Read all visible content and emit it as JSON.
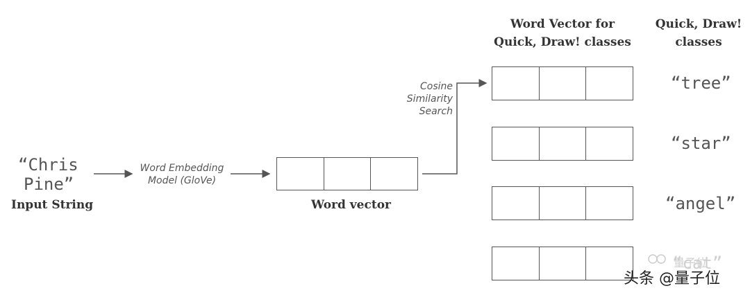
{
  "input": {
    "string_line1": "“Chris",
    "string_line2": "Pine”",
    "label": "Input String"
  },
  "embedding": {
    "line1": "Word Embedding",
    "line2": "Model (GloVe)"
  },
  "word_vector": {
    "label": "Word vector"
  },
  "search": {
    "line1": "Cosine",
    "line2": "Similarity",
    "line3": "Search"
  },
  "class_vectors": {
    "header_line1": "Word Vector for",
    "header_line2": "Quick, Draw! classes"
  },
  "classes": {
    "header_line1": "Quick, Draw!",
    "header_line2": "classes",
    "items": [
      "“tree”",
      "“star”",
      "“angel”",
      "“cat”"
    ]
  },
  "watermark": {
    "text": "头条 @量子位",
    "ghost": "量子位"
  },
  "colors": {
    "line": "#555555",
    "text": "#333333"
  }
}
